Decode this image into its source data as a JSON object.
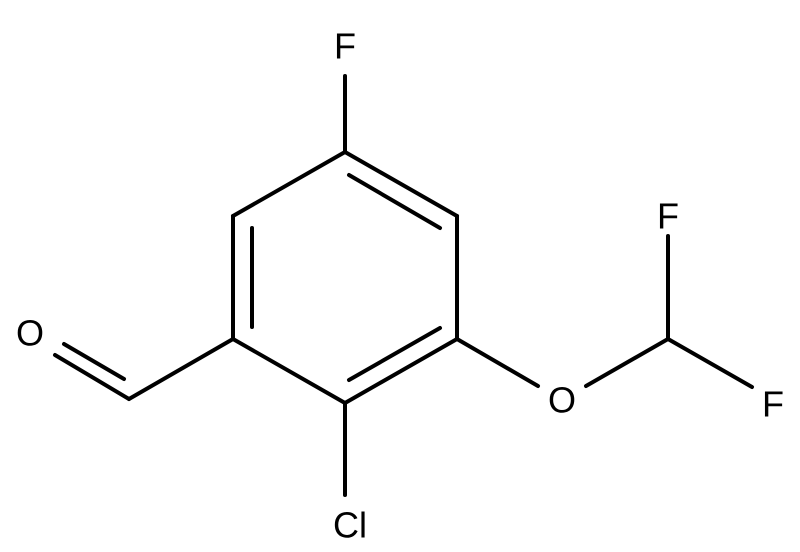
{
  "molecule": {
    "atoms": {
      "fluorine_top": "F",
      "oxygen_aldehyde": "O",
      "oxygen_ether": "O",
      "fluorine_upper_right": "F",
      "fluorine_lower_right": "F",
      "chlorine": "Cl"
    }
  },
  "colors": {
    "line": "#000000",
    "background": "#ffffff"
  }
}
